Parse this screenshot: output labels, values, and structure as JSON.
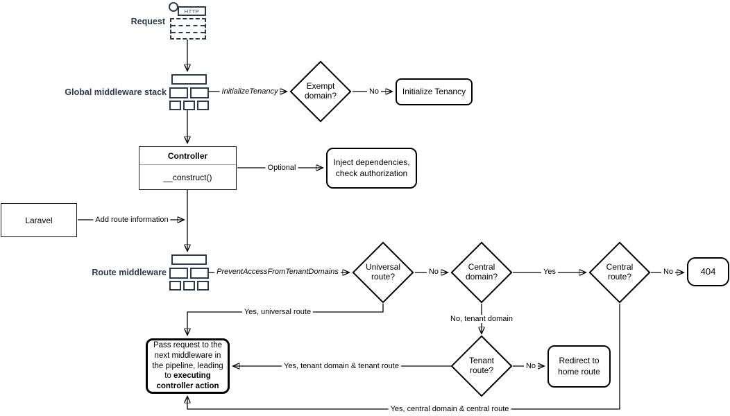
{
  "colors": {
    "accent_navy": "#2b394d",
    "shape_stroke": "#000000",
    "background": "#ffffff"
  },
  "nodes": {
    "request": "Request",
    "http_badge": "HTTP",
    "global_middleware_stack": "Global middleware stack",
    "exempt_domain": "Exempt domain?",
    "initialize_tenancy": "Initialize Tenancy",
    "controller_title": "Controller",
    "controller_method": "__construct()",
    "inject_dependencies": "Inject dependencies, check authorization",
    "laravel": "Laravel",
    "route_middleware": "Route middleware",
    "universal_route": "Universal route?",
    "central_domain": "Central domain?",
    "central_route": "Central route?",
    "error_404": "404",
    "tenant_route": "Tenant route?",
    "redirect_home": "Redirect to home route",
    "pass_request_prefix": "Pass request to the next middleware in the pipeline, leading to ",
    "pass_request_emphasis": "executing controller action"
  },
  "edges": {
    "initialize_tenancy_middleware": "InitializeTenancy",
    "exempt_no": "No",
    "optional": "Optional",
    "add_route_information": "Add route information",
    "prevent_access_middleware": "PreventAccessFromTenantDomains",
    "universal_no": "No",
    "central_domain_yes": "Yes",
    "central_route_no": "No",
    "universal_yes": "Yes, universal route",
    "central_domain_no": "No, tenant domain",
    "tenant_no": "No",
    "tenant_yes": "Yes, tenant domain & tenant route",
    "central_route_yes": "Yes, central domain & central route"
  }
}
